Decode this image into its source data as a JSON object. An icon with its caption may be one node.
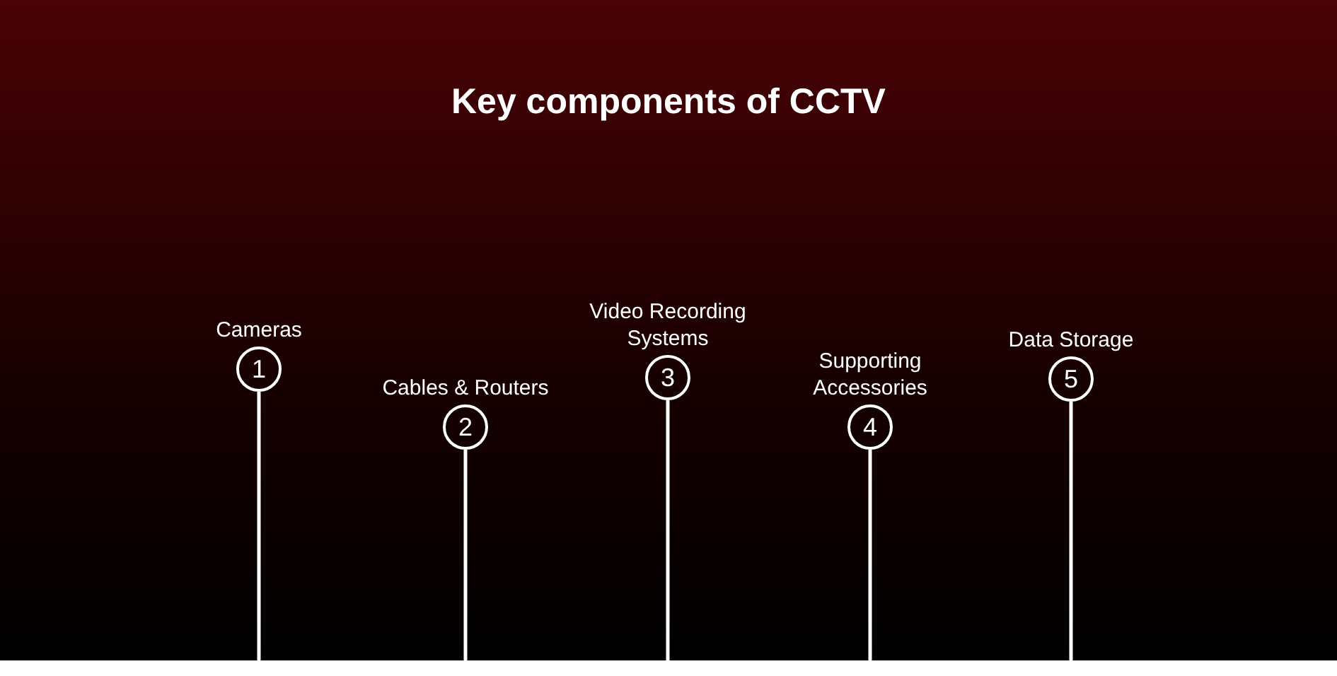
{
  "diagram": {
    "title": "Key components of CCTV",
    "nodes": [
      {
        "text": [
          "Cameras",
          "1"
        ]
      },
      {
        "text": [
          "Cables & Routers",
          "2"
        ]
      },
      {
        "text": [
          "Video Recording Systems",
          "3"
        ]
      },
      {
        "text": [
          "Supporting Accessories",
          "4"
        ]
      },
      {
        "text": [
          "Data Storage",
          "5"
        ]
      }
    ]
  }
}
